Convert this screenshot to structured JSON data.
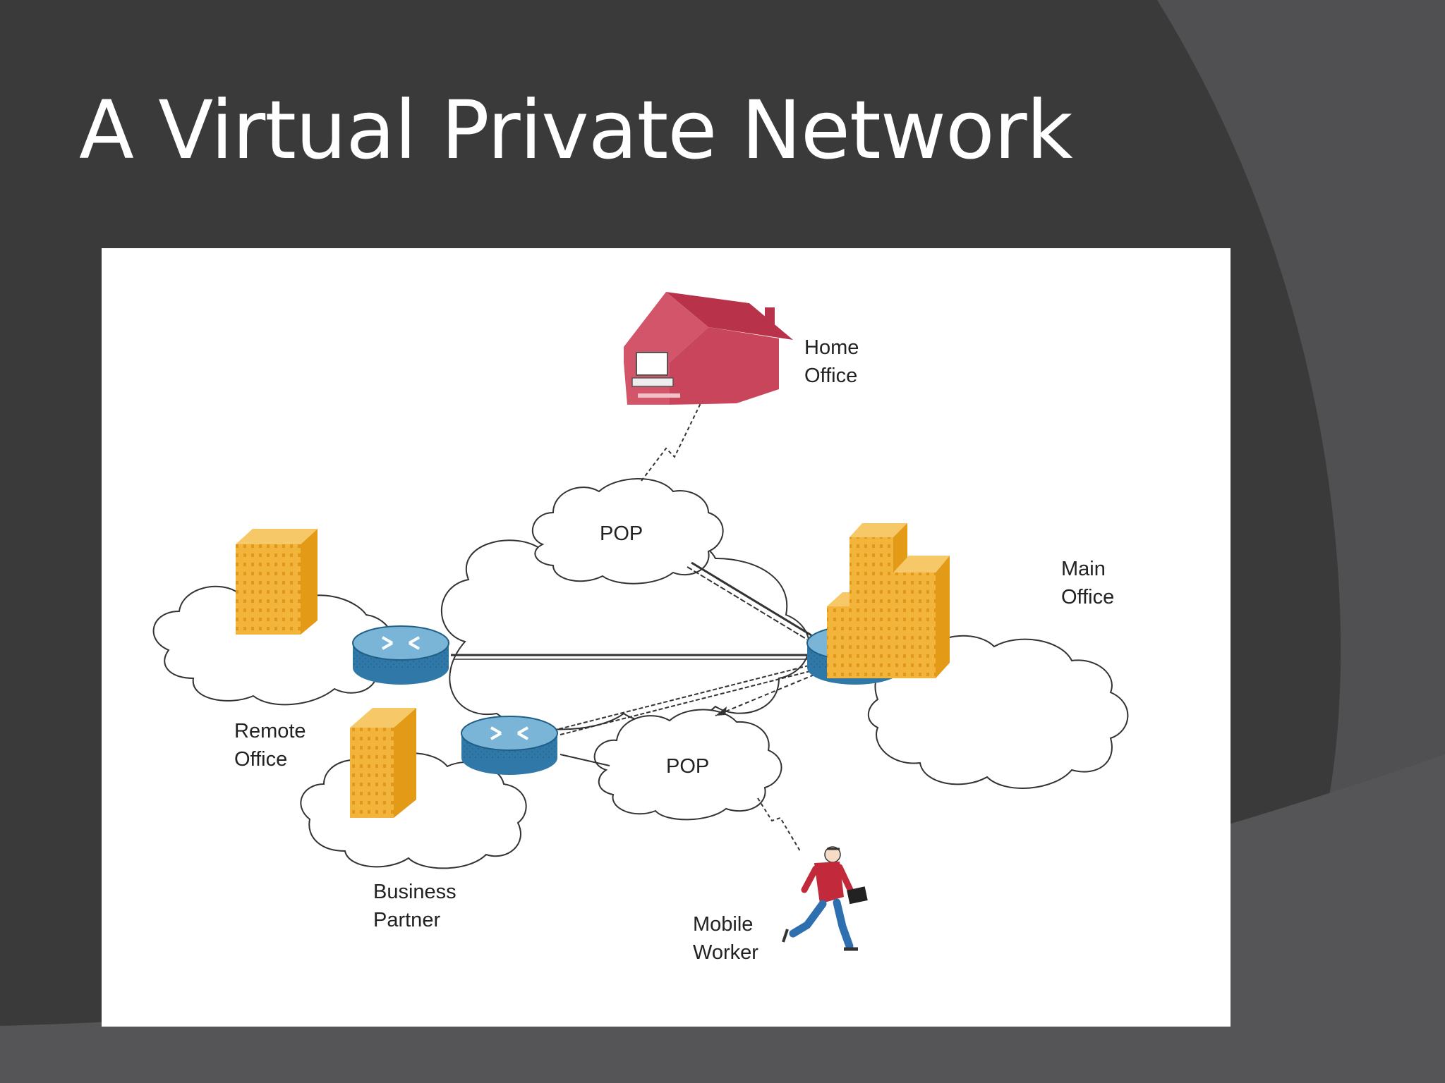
{
  "slide": {
    "title": "A Virtual Private Network"
  },
  "diagram": {
    "nodes": {
      "home_office": "Home Office",
      "main_office": "Main Office",
      "remote_office": "Remote Office",
      "business_partner": "Business Partner",
      "mobile_worker": "Mobile Worker",
      "pop_top": "POP",
      "pop_bottom": "POP"
    },
    "colors": {
      "building": "#f2b43a",
      "building_shade": "#e39a16",
      "router": "#3f86b3",
      "house": "#d3556a",
      "roof": "#b83349",
      "worker_shirt": "#c22a3c",
      "worker_pants": "#2e6fb0"
    }
  }
}
